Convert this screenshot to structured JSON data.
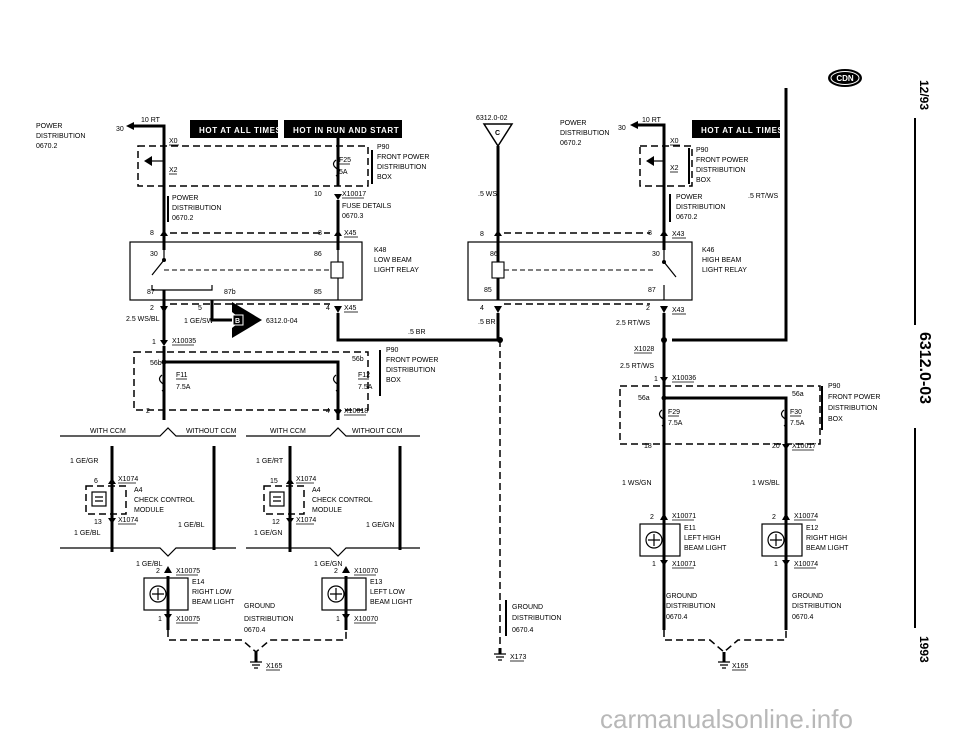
{
  "badges": {
    "hot_all_times": "HOT AT ALL TIMES",
    "hot_run_start": "HOT IN RUN AND START",
    "cdn": "CDN"
  },
  "sidebar": {
    "date": "12/93",
    "page": "6312.0-03",
    "year": "1993"
  },
  "watermark": "carmanualsonline.info",
  "left": {
    "power_dist": [
      "POWER",
      "DISTRIBUTION",
      "0670.2"
    ],
    "fuse_10rt_num": "30",
    "fuse_10rt": "10 RT",
    "x0": "X0",
    "x2": "X2",
    "f25": "F25",
    "f25_amp": "5A",
    "p90": [
      "P90",
      "FRONT POWER",
      "DISTRIBUTION",
      "BOX"
    ],
    "pin10": "10",
    "x10017": "X10017",
    "fuse_details": [
      "FUSE DETAILS",
      "0670.3"
    ],
    "power_dist2": [
      "POWER",
      "DISTRIBUTION",
      "0670.2"
    ],
    "pin8a": "8",
    "pin8b": "8",
    "x45a": "X45",
    "k48": [
      "K48",
      "LOW BEAM",
      "LIGHT RELAY"
    ],
    "r30": "30",
    "r86": "86",
    "r87": "87",
    "r87b": "87b",
    "r85": "85",
    "pin2": "2",
    "pin5": "5",
    "pin4": "4",
    "x45b": "X45",
    "wire_ws_bl": "2.5 WS/BL",
    "wire_ge_sw": "1 GE/SW",
    "b_label": "B",
    "ref_6312_04": "6312.0-04",
    "wire_5br": ".5 BR",
    "pin1": "1",
    "x10035": "X10035",
    "f11": [
      "F11",
      "7.5A"
    ],
    "t56b_l": "56b",
    "t56b_r": "56b",
    "f12": [
      "F12",
      "7.5A"
    ],
    "p90b": [
      "P90",
      "FRONT POWER",
      "DISTRIBUTION",
      "BOX"
    ],
    "pin2b": "2",
    "pin4b": "4",
    "x10018": "X10018",
    "with_ccm_a": "WITH CCM",
    "without_ccm_a": "WITHOUT CCM",
    "with_ccm_b": "WITH CCM",
    "without_ccm_b": "WITHOUT CCM",
    "wire_1gegr": "1 GE/GR",
    "wire_1gert": "1 GE/RT",
    "pin6": "6",
    "x1074a": "X1074",
    "pin15": "15",
    "x1074b": "X1074",
    "a4a": [
      "A4",
      "CHECK CONTROL",
      "MODULE"
    ],
    "a4b": [
      "A4",
      "CHECK CONTROL",
      "MODULE"
    ],
    "pin13": "13",
    "x1074c": "X1074",
    "pin12": "12",
    "x1074d": "X1074",
    "wire_1gebl_a": "1 GE/BL",
    "wire_1gebl_b": "1 GE/BL",
    "wire_1gegn_a": "1 GE/GN",
    "wire_1gegn_b": "1 GE/GN",
    "wire_1gebl_c": "1 GE/BL",
    "wire_1gegn_c": "1 GE/GN",
    "pin2c": "2",
    "x10075a": "X10075",
    "pin2d": "2",
    "x10070a": "X10070",
    "e14": [
      "E14",
      "RIGHT LOW",
      "BEAM LIGHT"
    ],
    "e13": [
      "E13",
      "LEFT LOW",
      "BEAM LIGHT"
    ],
    "pin1c": "1",
    "x10075b": "X10075",
    "pin1d": "1",
    "x10070b": "X10070",
    "ground_dist": [
      "GROUND",
      "DISTRIBUTION",
      "0670.4"
    ],
    "x165": "X165"
  },
  "middle": {
    "ref_6312_02": "6312.0-02",
    "arrow_label": "C",
    "wire_5ws": ".5 WS",
    "pin8": "8",
    "pin4": "4",
    "wire_5br": ".5 BR",
    "ground_dist": [
      "GROUND",
      "DISTRIBUTION",
      "0670.4"
    ],
    "x173": "X173"
  },
  "right": {
    "power_dist": [
      "POWER",
      "DISTRIBUTION",
      "0670.2"
    ],
    "fuse_10rt_num": "30",
    "fuse_10rt": "10 RT",
    "x0": "X0",
    "x2": "X2",
    "p90": [
      "P90",
      "FRONT POWER",
      "DISTRIBUTION",
      "BOX"
    ],
    "power_dist2": [
      "POWER",
      "DISTRIBUTION",
      "0670.2"
    ],
    "wire_5rtws": ".5 RT/WS",
    "pin8a": "8",
    "pin8b": "8",
    "x43a": "X43",
    "k46": [
      "K46",
      "HIGH BEAM",
      "LIGHT RELAY"
    ],
    "r86": "86",
    "r30": "30",
    "r85": "85",
    "r87": "87",
    "pin2": "2",
    "x43b": "X43",
    "wire_25rtws": "2.5 RT/WS",
    "x1028": "X1028",
    "wire_25rtws_b": "2.5 RT/WS",
    "pin1": "1",
    "x10036": "X10036",
    "t56a_l": "56a",
    "t56a_r": "56a",
    "f29": [
      "F29",
      "7.5A"
    ],
    "f30": [
      "F30",
      "7.5A"
    ],
    "p90b": [
      "P90",
      "FRONT POWER",
      "DISTRIBUTION",
      "BOX"
    ],
    "pin18": "18",
    "pin20": "20",
    "x10017": "X10017",
    "wire_1wsgn": "1 WS/GN",
    "wire_1wsbl": "1 WS/BL",
    "pin2a": "2",
    "x10071a": "X10071",
    "pin2b": "2",
    "x10074a": "X10074",
    "e11": [
      "E11",
      "LEFT HIGH",
      "BEAM LIGHT"
    ],
    "e12": [
      "E12",
      "RIGHT HIGH",
      "BEAM LIGHT"
    ],
    "pin1a": "1",
    "x10071b": "X10071",
    "pin1b": "1",
    "x10074b": "X10074",
    "ground_a": [
      "GROUND",
      "DISTRIBUTION",
      "0670.4"
    ],
    "ground_b": [
      "GROUND",
      "DISTRIBUTION",
      "0670.4"
    ],
    "x165": "X165"
  }
}
